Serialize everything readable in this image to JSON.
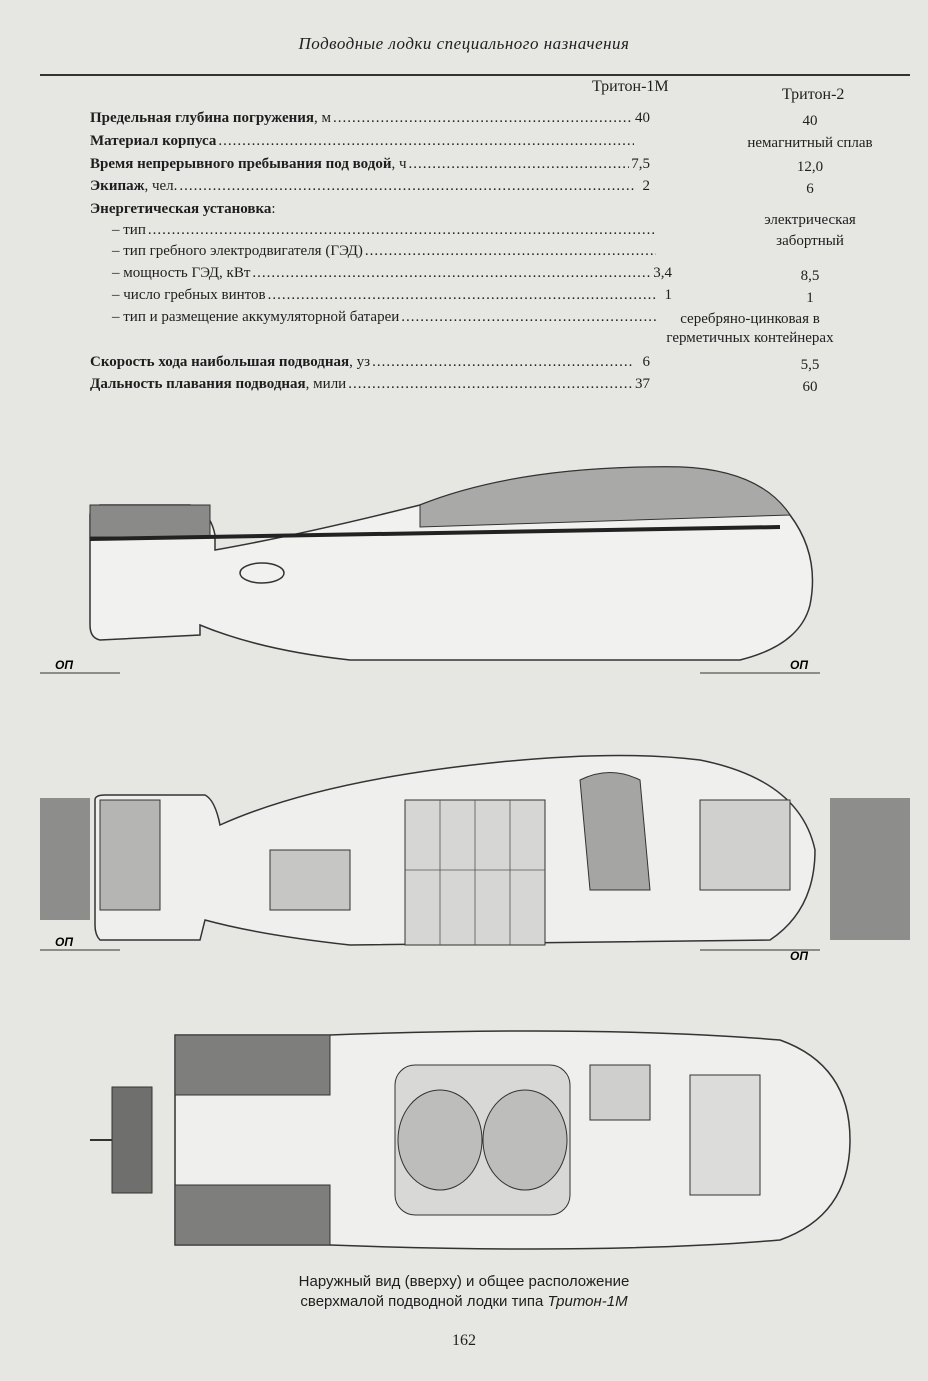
{
  "header": "Подводные лодки специального назначения",
  "columns": [
    "Тритон-1М",
    "Тритон-2"
  ],
  "rows": [
    {
      "label_bold": "Предельная глубина погружения",
      "label_rest": ", м",
      "v1": "40",
      "v2": "40"
    },
    {
      "label_bold": "Материал корпуса",
      "label_rest": "",
      "v1": "",
      "v2": "немагнитный сплав"
    },
    {
      "label_bold": "Время непрерывного пребывания под водой",
      "label_rest": ", ч",
      "v1": "7,5",
      "v2": "12,0"
    },
    {
      "label_bold": "Экипаж",
      "label_rest": ", чел.",
      "v1": "2",
      "v2": "6"
    },
    {
      "label_bold": "Энергетическая установка",
      "label_rest": ":"
    },
    {
      "label_bold": "",
      "label_rest": "– тип",
      "v1": "",
      "v2": "электрическая"
    },
    {
      "label_bold": "",
      "label_rest": "– тип гребного электродвигателя (ГЭД)",
      "v1": "",
      "v2": "забортный"
    },
    {
      "label_bold": "",
      "label_rest": "– мощность ГЭД, кВт",
      "v1": "3,4",
      "v2": "8,5"
    },
    {
      "label_bold": "",
      "label_rest": "– число гребных винтов",
      "v1": "1",
      "v2": "1"
    },
    {
      "label_bold": "",
      "label_rest": "– тип и размещение аккумуляторной батареи",
      "v1": "",
      "v2": "серебряно-цинковая в",
      "v2b": "герметичных контейнерах"
    },
    {
      "label_bold": "Скорость хода наибольшая подводная",
      "label_rest": ", уз",
      "v1": "6",
      "v2": "5,5"
    },
    {
      "label_bold": "Дальность плавания подводная",
      "label_rest": ", мили",
      "v1": "37",
      "v2": "60"
    }
  ],
  "drawing_labels": {
    "op": "ОП"
  },
  "caption": {
    "line1": "Наружный вид (вверху) и общее расположение",
    "line2_prefix": "сверхмалой подводной лодки типа ",
    "line2_italic": "Тритон-1М"
  },
  "page_number": "162"
}
